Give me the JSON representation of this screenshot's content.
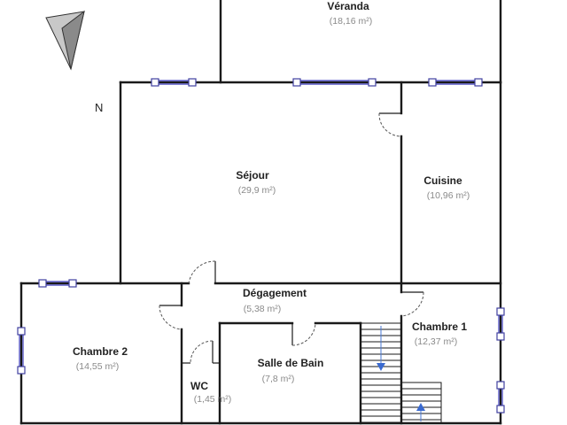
{
  "compass": {
    "label": "N",
    "icon": "north-arrow-icon"
  },
  "rooms": {
    "veranda": {
      "name": "Véranda",
      "area": "(18,16 m²)"
    },
    "sejour": {
      "name": "Séjour",
      "area": "(29,9 m²)"
    },
    "cuisine": {
      "name": "Cuisine",
      "area": "(10,96 m²)"
    },
    "degagement": {
      "name": "Dégagement",
      "area": "(5,38 m²)"
    },
    "chambre1": {
      "name": "Chambre 1",
      "area": "(12,37 m²)"
    },
    "chambre2": {
      "name": "Chambre 2",
      "area": "(14,55 m²)"
    },
    "salle_bain": {
      "name": "Salle de Bain",
      "area": "(7,8 m²)"
    },
    "wc": {
      "name": "WC",
      "area": "(1,45 m²)"
    }
  },
  "colors": {
    "wall": "#1a1a1a",
    "window": "#5a5ac8",
    "stair_arrow": "#3a6ad0",
    "area_text": "#8a8a8a"
  }
}
